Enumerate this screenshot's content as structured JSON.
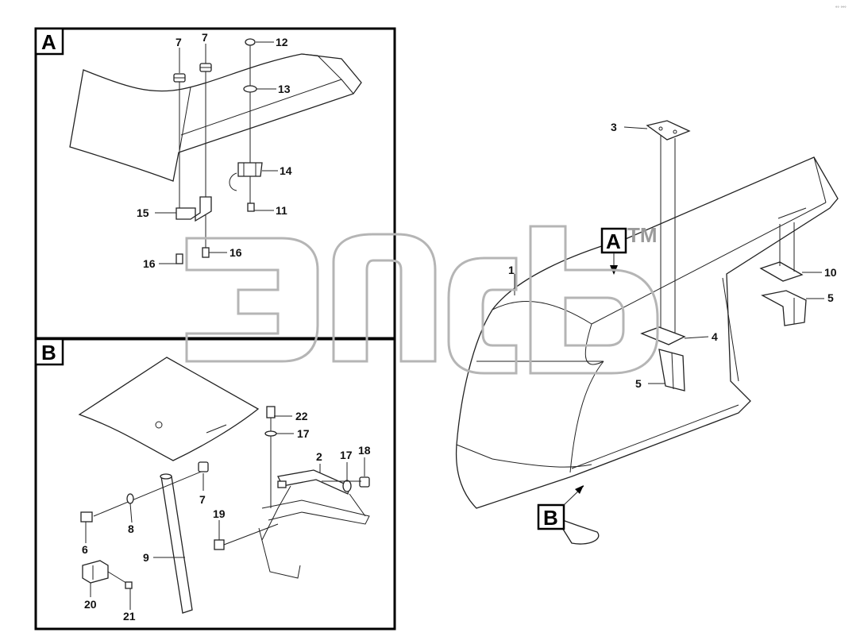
{
  "diagram": {
    "views": {
      "A": {
        "label": "A"
      },
      "B": {
        "label": "B"
      }
    },
    "main_pointers": {
      "A": "A",
      "B": "B"
    },
    "callouts": {
      "c1": "1",
      "c2": "2",
      "c3": "3",
      "c4": "4",
      "c5a": "5",
      "c5b": "5",
      "c6": "6",
      "c7a": "7",
      "c7b": "7",
      "c7c": "7",
      "c8": "8",
      "c9": "9",
      "c10": "10",
      "c11": "11",
      "c12": "12",
      "c13": "13",
      "c14": "14",
      "c15": "15",
      "c16a": "16",
      "c16b": "16",
      "c17a": "17",
      "c17b": "17",
      "c18": "18",
      "c19": "19",
      "c20": "20",
      "c21": "21",
      "c22": "22"
    },
    "watermark": {
      "text": "TM"
    },
    "corner_mark": "°° °°°"
  },
  "colors": {
    "line": "#222222",
    "background": "#ffffff",
    "watermark": "#b5b5b5"
  }
}
